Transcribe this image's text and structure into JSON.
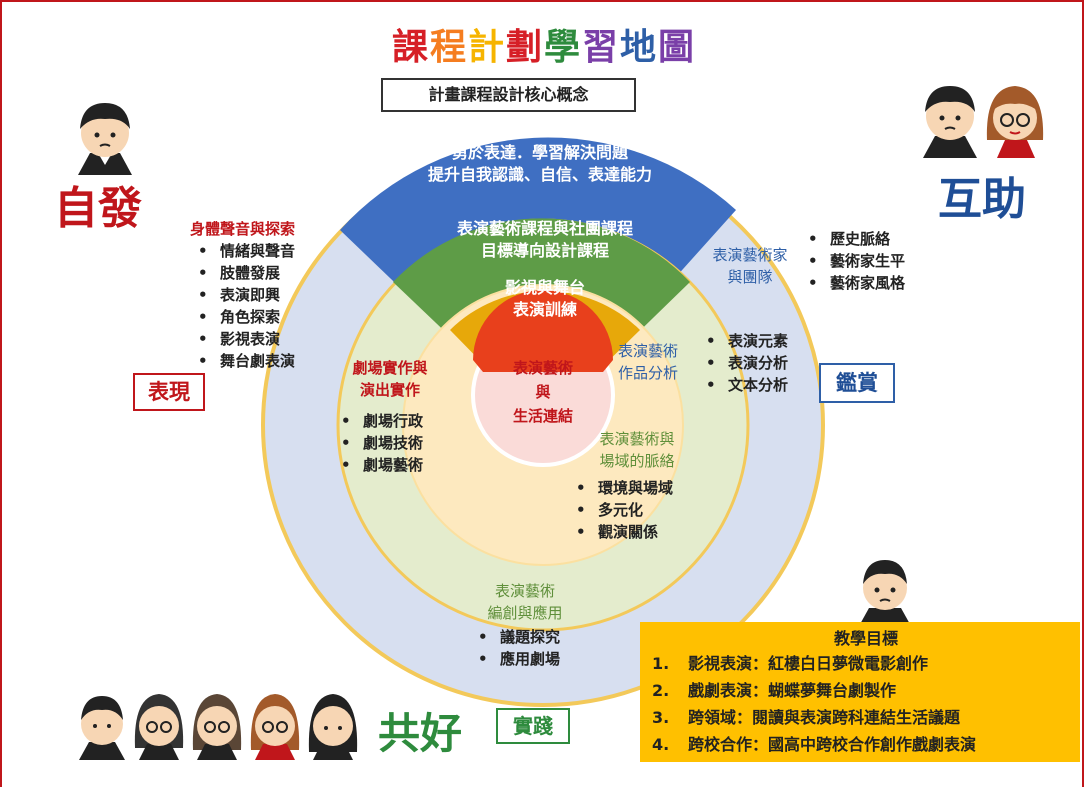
{
  "title": {
    "chars": [
      {
        "t": "課",
        "c": "#d61f26"
      },
      {
        "t": "程",
        "c": "#f57d20"
      },
      {
        "t": "計",
        "c": "#f6b400"
      },
      {
        "t": "劃",
        "c": "#d61f26"
      },
      {
        "t": "學",
        "c": "#2e8b3d"
      },
      {
        "t": "習",
        "c": "#7a3fa8"
      },
      {
        "t": "地",
        "c": "#2e5fa7"
      },
      {
        "t": "圖",
        "c": "#7a3fa8"
      }
    ]
  },
  "concept": "計畫課程設計核心概念",
  "corners": {
    "self": "自發",
    "mutual": "互助",
    "common": "共好",
    "express": "表現",
    "appreciate": "鑑賞",
    "practice": "實踐"
  },
  "rings": {
    "outer_top": [
      "勇於表達．學習解決問題",
      "提升自我認識、自信、表達能力"
    ],
    "middle_top": [
      "表演藝術課程與社團課程",
      "目標導向設計課程"
    ],
    "inner_top": [
      "影視與舞台",
      "表演訓練"
    ],
    "center": [
      "表演藝術",
      "與",
      "生活連結"
    ]
  },
  "body_sound": {
    "heading": "身體聲音與探索",
    "items": [
      "情緒與聲音",
      "肢體發展",
      "表演即興",
      "角色探索",
      "影視表演",
      "舞台劇表演"
    ]
  },
  "artists": {
    "heading": [
      "表演藝術家",
      "與團隊"
    ],
    "items": [
      "歷史脈絡",
      "藝術家生平",
      "藝術家風格"
    ]
  },
  "works": {
    "heading": [
      "表演藝術",
      "作品分析"
    ],
    "items": [
      "表演元素",
      "表演分析",
      "文本分析"
    ]
  },
  "theatre": {
    "heading": [
      "劇場實作與",
      "演出實作"
    ],
    "items": [
      "劇場行政",
      "劇場技術",
      "劇場藝術"
    ]
  },
  "context": {
    "heading": [
      "表演藝術與",
      "場域的脈絡"
    ],
    "items": [
      "環境與場域",
      "多元化",
      "觀演關係"
    ]
  },
  "creation": {
    "heading": [
      "表演藝術",
      "編創與應用"
    ],
    "items": [
      "議題探究",
      "應用劇場"
    ]
  },
  "goals": {
    "heading": "教學目標",
    "items": [
      {
        "n": "1.",
        "t": "影視表演：紅樓白日夢微電影創作"
      },
      {
        "n": "2.",
        "t": "戲劇表演：蝴蝶夢舞台劇製作"
      },
      {
        "n": "3.",
        "t": "跨領域：閱讀與表演跨科連結生活議題"
      },
      {
        "n": "4.",
        "t": "跨校合作：國高中跨校合作創作戲劇表演"
      }
    ]
  },
  "colors": {
    "outer_ring": "#d7dff0",
    "outer_border": "#f3c95a",
    "middle_ring": "#e4eccd",
    "inner_ring": "#fde9bf",
    "center": "#fadbd8",
    "blue_wedge": "#3f6fc2",
    "green_wedge": "#5e9c47",
    "gold_wedge": "#e7a80a",
    "red_wedge": "#e8401c",
    "goal_box": "#ffc000"
  },
  "icons": [
    "boy-avatar-icon",
    "boy-avatar-icon",
    "girl-avatar-icon",
    "boy-avatar-icon",
    "girl-avatar-icon",
    "girl-avatar-icon",
    "girl-avatar-icon",
    "girl-avatar-icon",
    "boy-avatar-icon"
  ]
}
